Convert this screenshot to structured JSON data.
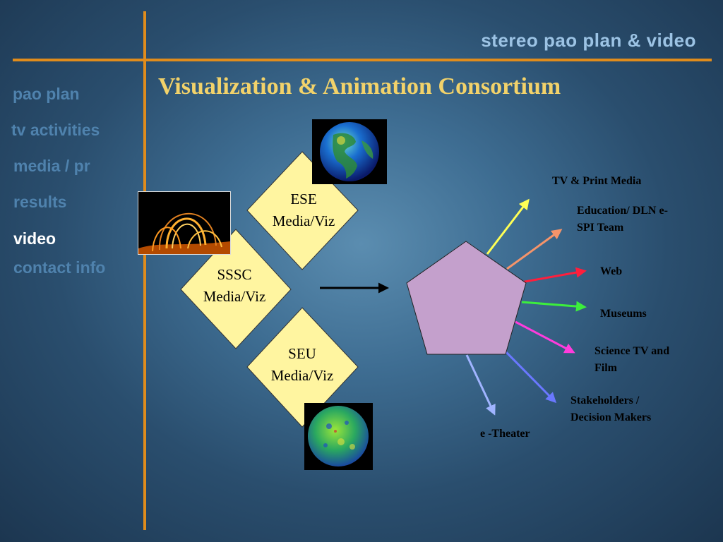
{
  "header": {
    "title": "stereo pao plan & video"
  },
  "nav": {
    "items": [
      {
        "label": "pao plan",
        "active": false
      },
      {
        "label": "tv activities",
        "active": false
      },
      {
        "label": "media / pr",
        "active": false
      },
      {
        "label": "results",
        "active": false
      },
      {
        "label": "video",
        "active": true
      },
      {
        "label": "contact info",
        "active": false
      }
    ]
  },
  "slide": {
    "title": "Visualization & Animation Consortium"
  },
  "diagram": {
    "sources": [
      {
        "name": "ESE",
        "sub": "Media/Viz"
      },
      {
        "name": "SSSC",
        "sub": "Media/Viz"
      },
      {
        "name": "SEU",
        "sub": "Media/Viz"
      }
    ],
    "outputs": [
      {
        "label": "TV & Print Media",
        "color": "#ffff55"
      },
      {
        "label": "Education/ DLN e-SPI Team",
        "color": "#f5946a"
      },
      {
        "label": "Web",
        "color": "#ff1e3c"
      },
      {
        "label": "Museums",
        "color": "#3cee3c"
      },
      {
        "label": "Science TV and Film",
        "color": "#ff3cdc"
      },
      {
        "label": "Stakeholders / Decision Makers",
        "color": "#6a78ff"
      },
      {
        "label": "e -Theater",
        "color": "#a0b4ff"
      }
    ],
    "hub_color": "#c4a0cc",
    "diamond_color": "#fff5a0",
    "images": [
      "earth-globe",
      "solar-loops",
      "cmb-sphere"
    ]
  }
}
